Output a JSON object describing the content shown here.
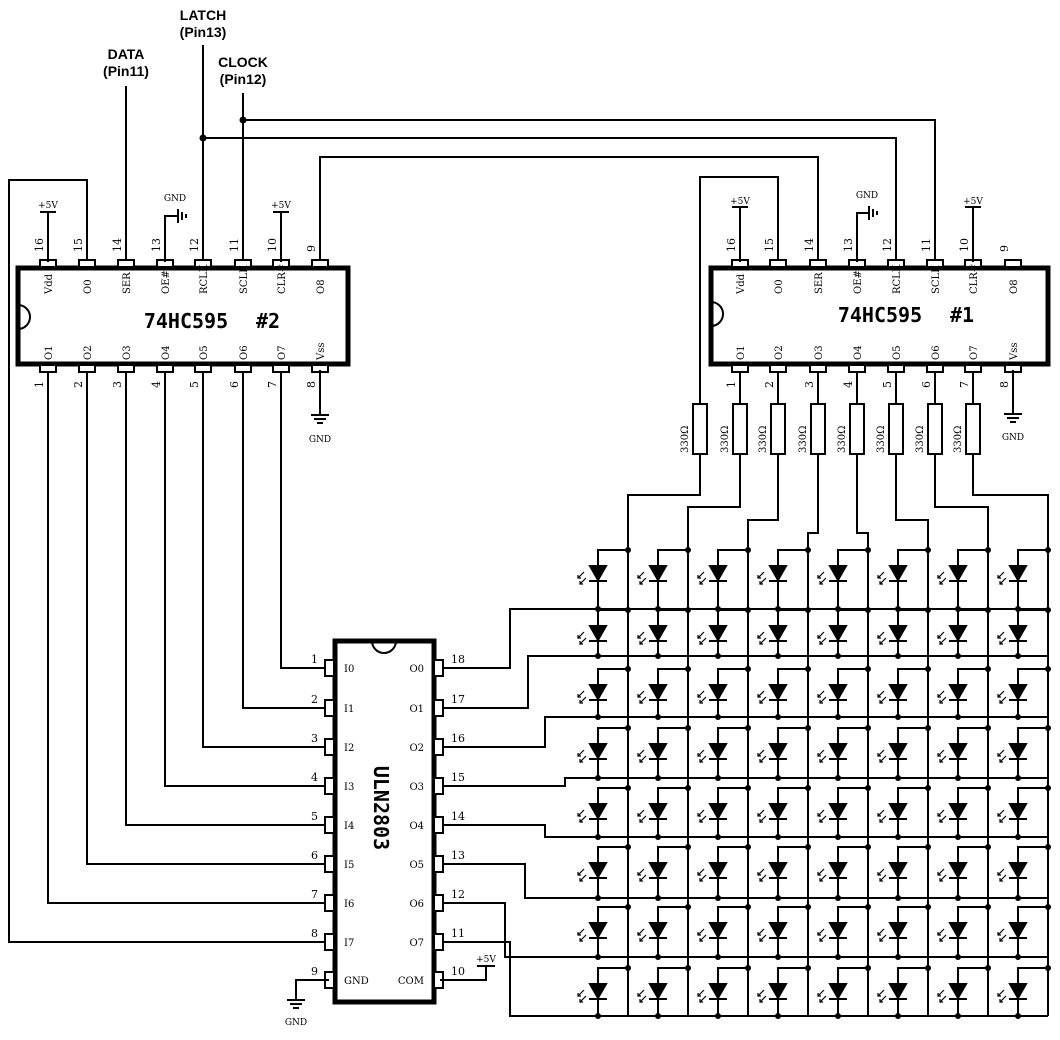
{
  "signals": [
    {
      "label": "LATCH",
      "pin": "(Pin13)"
    },
    {
      "label": "DATA",
      "pin": "(Pin11)"
    },
    {
      "label": "CLOCK",
      "pin": "(Pin12)"
    }
  ],
  "chips": {
    "sr2": {
      "name": "74HC595",
      "tag": "#2"
    },
    "sr1": {
      "name": "74HC595",
      "tag": "#1"
    },
    "uln": {
      "name": "ULN2803"
    }
  },
  "shift_register_pins": {
    "top": [
      {
        "num": "16",
        "label": "Vdd"
      },
      {
        "num": "15",
        "label": "O0"
      },
      {
        "num": "14",
        "label": "SER"
      },
      {
        "num": "13",
        "label": "OE#"
      },
      {
        "num": "12",
        "label": "RCLK"
      },
      {
        "num": "11",
        "label": "SCLK"
      },
      {
        "num": "10",
        "label": "CLR#"
      },
      {
        "num": "9",
        "label": "O8"
      }
    ],
    "bottom": [
      {
        "num": "1",
        "label": "O1"
      },
      {
        "num": "2",
        "label": "O2"
      },
      {
        "num": "3",
        "label": "O3"
      },
      {
        "num": "4",
        "label": "O4"
      },
      {
        "num": "5",
        "label": "O5"
      },
      {
        "num": "6",
        "label": "O6"
      },
      {
        "num": "7",
        "label": "O7"
      },
      {
        "num": "8",
        "label": "Vss"
      }
    ]
  },
  "uln_pins": {
    "left": [
      {
        "num": "1",
        "label": "I0"
      },
      {
        "num": "2",
        "label": "I1"
      },
      {
        "num": "3",
        "label": "I2"
      },
      {
        "num": "4",
        "label": "I3"
      },
      {
        "num": "5",
        "label": "I4"
      },
      {
        "num": "6",
        "label": "I5"
      },
      {
        "num": "7",
        "label": "I6"
      },
      {
        "num": "8",
        "label": "I7"
      },
      {
        "num": "9",
        "label": "GND"
      }
    ],
    "right": [
      {
        "num": "18",
        "label": "O0"
      },
      {
        "num": "17",
        "label": "O1"
      },
      {
        "num": "16",
        "label": "O2"
      },
      {
        "num": "15",
        "label": "O3"
      },
      {
        "num": "14",
        "label": "O4"
      },
      {
        "num": "13",
        "label": "O5"
      },
      {
        "num": "12",
        "label": "O6"
      },
      {
        "num": "11",
        "label": "O7"
      },
      {
        "num": "10",
        "label": "COM"
      }
    ]
  },
  "power": {
    "vcc": "+5V",
    "gnd": "GND"
  },
  "resistor_value": "330Ω",
  "led_matrix": {
    "rows": 8,
    "cols": 8
  }
}
